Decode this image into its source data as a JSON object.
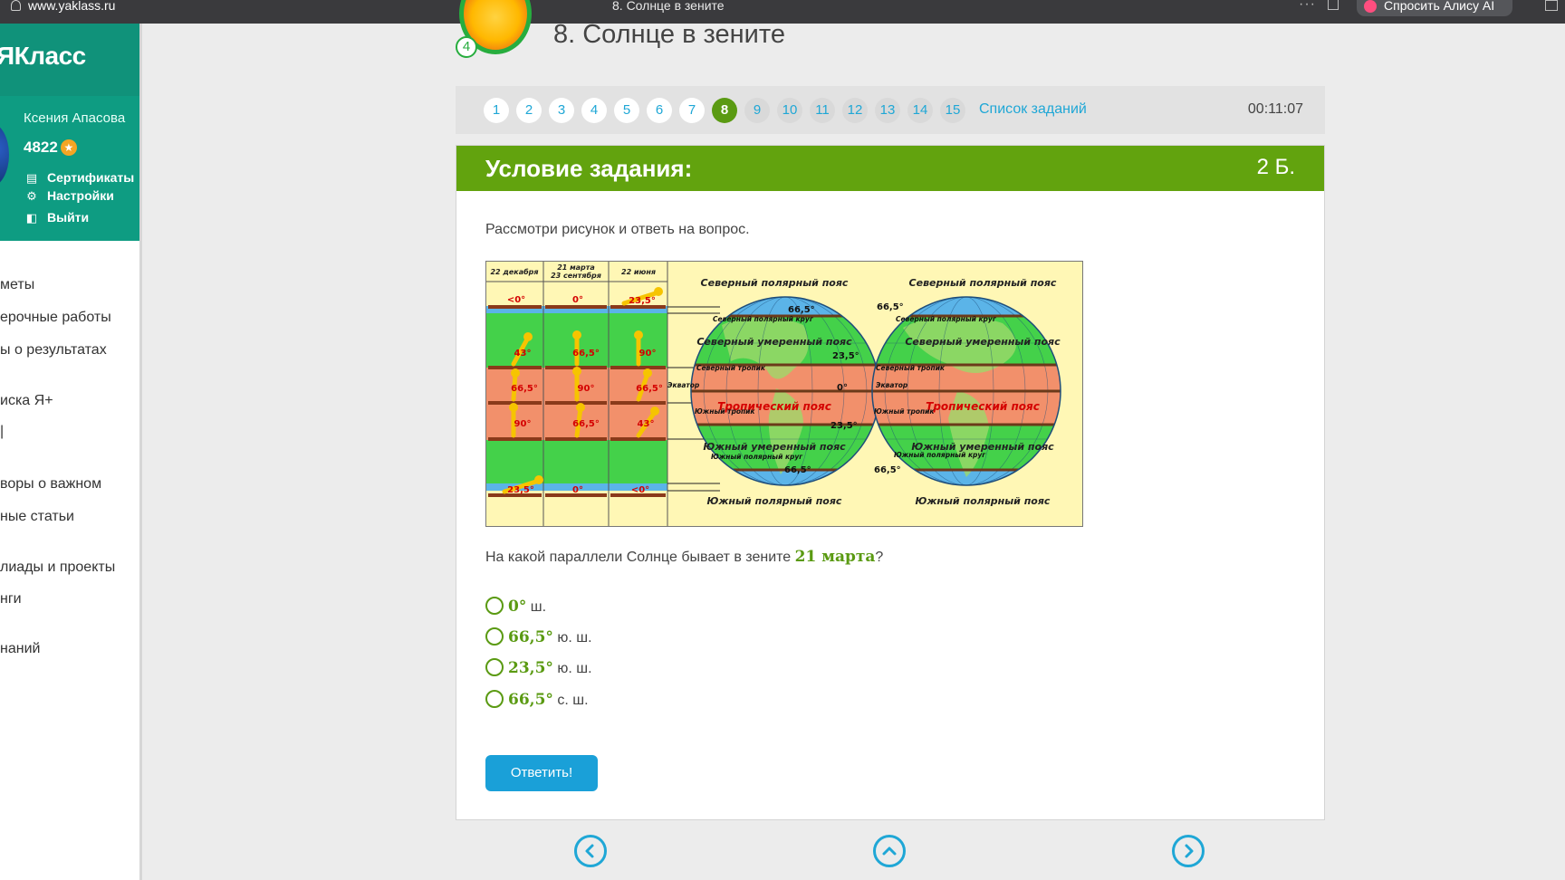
{
  "browser": {
    "url": "www.yaklass.ru",
    "tab_title": "8. Солнце в зените",
    "alisa_label": "Спросить Алису AI"
  },
  "sidebar": {
    "logo": "ЯКласс",
    "user_name": "Ксения Апасова",
    "points": "4822",
    "links": [
      "Сертификаты",
      "Настройки",
      "Выйти"
    ],
    "nav": [
      "меты",
      "ерочные работы",
      "ы о результатах",
      "иска Я+",
      "|",
      "воры о важном",
      "ные статьи",
      "лиады и проекты",
      "нги",
      "наний"
    ]
  },
  "header": {
    "badge_number": "4",
    "title": "8. Солнце в зените"
  },
  "navbar": {
    "questions": [
      "1",
      "2",
      "3",
      "4",
      "5",
      "6",
      "7",
      "8",
      "9",
      "10",
      "11",
      "12",
      "13",
      "14",
      "15"
    ],
    "active_index": 7,
    "task_list_label": "Список заданий",
    "timer": "00:11:07"
  },
  "task": {
    "heading": "Условие задания:",
    "score": "2 Б.",
    "lead": "Рассмотри рисунок и ответь на вопрос.",
    "question_prefix": "На какой параллели Солнце бывает в зените ",
    "question_highlight": "21 марта",
    "question_suffix": "?",
    "options": [
      {
        "value": "0°",
        "suffix": " ш."
      },
      {
        "value": "66,5°",
        "suffix": " ю. ш."
      },
      {
        "value": "23,5°",
        "suffix": " ю. ш."
      },
      {
        "value": "66,5°",
        "suffix": " с. ш."
      }
    ],
    "submit_label": "Ответить!"
  },
  "figure": {
    "col_titles": [
      "22 декабря",
      "21 марта",
      "23 сентября",
      "22 июня"
    ],
    "angle_rows": [
      [
        "<0°",
        "0°",
        "23,5°"
      ],
      [
        "43°",
        "66,5°",
        "90°"
      ],
      [
        "66,5°",
        "90°",
        "66,5°"
      ],
      [
        "90°",
        "66,5°",
        "43°"
      ],
      [
        "23,5°",
        "0°",
        "<0°"
      ]
    ],
    "zones": {
      "north_polar": "Северный полярный пояс",
      "north_temperate": "Северный умеренный пояс",
      "tropical": "Тропический пояс",
      "south_temperate": "Южный умеренный пояс",
      "south_polar": "Южный полярный пояс"
    },
    "lines": {
      "arctic": "Северный полярный круг",
      "north_tropic": "Северный тропик",
      "equator": "Экватор",
      "south_tropic": "Южный тропик",
      "antarctic": "Южный полярный круг"
    },
    "degrees": [
      "66,5°",
      "23,5°",
      "0°",
      "23,5°",
      "66,5°"
    ],
    "colors": {
      "polar": "#5bb4e8",
      "temperate": "#44d14a",
      "tropical": "#f2906b",
      "sun": "#f6c400",
      "background": "#fff7b5"
    }
  },
  "colors": {
    "accent_green": "#62a30e",
    "link_blue": "#1fa7d6",
    "sidebar_teal": "#0e9c82"
  }
}
